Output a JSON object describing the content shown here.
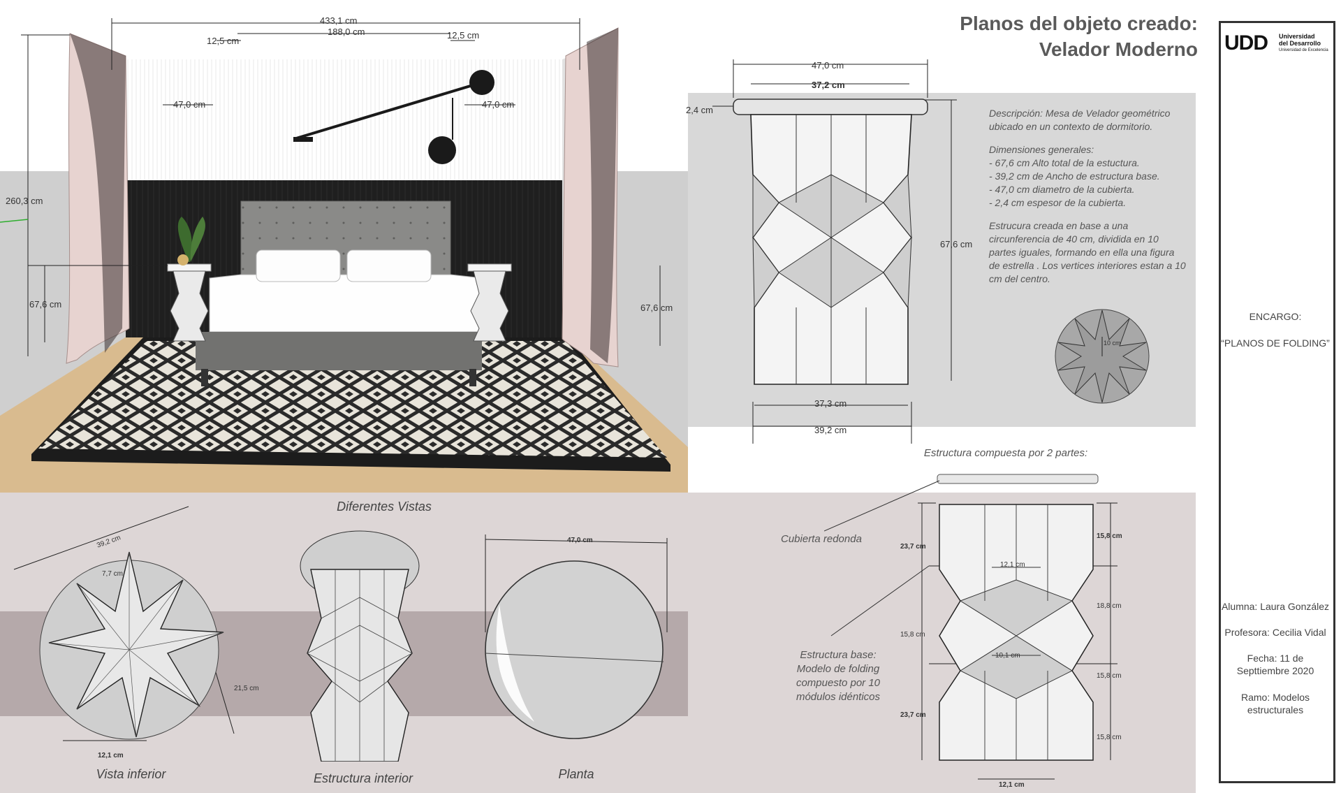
{
  "header": {
    "title_line1": "Planos del objeto creado:",
    "title_line2": "Velador  Moderno"
  },
  "logo": {
    "mark": "UDD",
    "line1": "Universidad",
    "line2": "del Desarrollo",
    "line3": "Universidad de Excelencia"
  },
  "side_panel": {
    "encargo_label": "ENCARGO:",
    "encargo_value": "“PLANOS DE FOLDING”",
    "alumna": "Alumna: Laura González",
    "profesora": "Profesora: Cecilia Vidal",
    "fecha_line1": "Fecha: 11 de",
    "fecha_line2": "Septtiembre 2020",
    "ramo_line1": "Ramo: Modelos",
    "ramo_line2": "estructurales"
  },
  "room_render": {
    "dims": {
      "width_total": "433,1 cm",
      "bed_width": "188,0 cm",
      "gap_left": "12,5 cm",
      "gap_right": "12,5 cm",
      "table_left": "47,0 cm",
      "table_right": "47,0 cm",
      "room_height": "260,3 cm",
      "height_left": "67,6 cm",
      "height_right": "67,6 cm"
    }
  },
  "front_view": {
    "dims": {
      "top_diameter": "47,0 cm",
      "inner_top": "37,2 cm",
      "thickness": "2,4 cm",
      "height": "67,6 cm",
      "bottom_inner": "37,3 cm",
      "bottom_outer": "39,2 cm"
    },
    "description": {
      "line1": "Descripción:  Mesa de Velador geométrico",
      "line2": "ubicado en un contexto de dormitorio.",
      "dims_header": "Dimensiones generales:",
      "d1": "- 67,6 cm Alto total de la estuctura.",
      "d2": "- 39,2 cm de Ancho de estructura base.",
      "d3": "- 47,0 cm diametro de la cubierta.",
      "d4": "- 2,4 cm  espesor de la cubierta.",
      "p1": "Estrucura creada en base a una",
      "p2": "circunferencia de 40 cm, dividida en 10",
      "p3": "partes iguales,  formando en ella una figura",
      "p4": "de estrella . Los vertices interiores estan a 10",
      "p5": "cm del centro."
    },
    "star_label": "10 cm"
  },
  "views": {
    "heading": "Diferentes Vistas",
    "vista_inferior": "Vista inferior",
    "estructura_interior": "Estructura interior",
    "planta": "Planta",
    "dim_392": "39,2 cm",
    "dim_77": "7,7 cm",
    "dim_215": "21,5 cm",
    "dim_121": "12,1 cm",
    "dim_470": "47,0 cm"
  },
  "parts": {
    "heading": "Estructura compuesta por 2 partes:",
    "cubierta": "Cubierta redonda",
    "base_line1": "Estructura base:",
    "base_line2": "Modelo de folding",
    "base_line3": "compuesto por 10",
    "base_line4": "módulos idénticos",
    "d_237_top": "23,7 cm",
    "d_158_left": "15,8 cm",
    "d_237_bottom": "23,7 cm",
    "d_121_top": "12,1 cm",
    "d_101": "10,1 cm",
    "d_121_bottom": "12,1 cm",
    "d_158_r1": "15,8 cm",
    "d_188": "18,8 cm",
    "d_158_r2": "15,8 cm",
    "d_158_r3": "15,8 cm"
  },
  "colors": {
    "panel_gray": "#d8d8d8",
    "panel_mauve": "#ddd6d6",
    "band_mauve": "#b5a9aa",
    "floor": "#d9bb8f",
    "curtain": "#e7d3d0"
  }
}
